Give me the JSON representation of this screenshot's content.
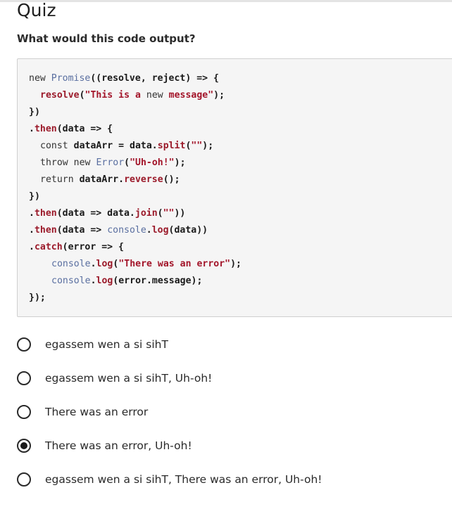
{
  "quiz": {
    "title": "Quiz",
    "question": "What would this code output?"
  },
  "code": {
    "lines": [
      "new Promise((resolve, reject) => {",
      "resolve(\"This is a new message\");",
      "})",
      ".then(data => {",
      "const dataArr = data.split(\"\");",
      "throw new Error(\"Uh-oh!\");",
      "return dataArr.reverse();",
      "})",
      ".then(data => data.join(\"\"))",
      ".then(data => console.log(data))",
      ".catch(error => {",
      "console.log(\"There was an error\");",
      "console.log(error.message);",
      "});"
    ]
  },
  "options": [
    {
      "label": "egassem wen a si sihT",
      "selected": false
    },
    {
      "label": "egassem wen a si sihT, Uh-oh!",
      "selected": false
    },
    {
      "label": "There was an error",
      "selected": false
    },
    {
      "label": "There was an error, Uh-oh!",
      "selected": true
    },
    {
      "label": "egassem wen a si sihT, There was an error, Uh-oh!",
      "selected": false
    }
  ]
}
